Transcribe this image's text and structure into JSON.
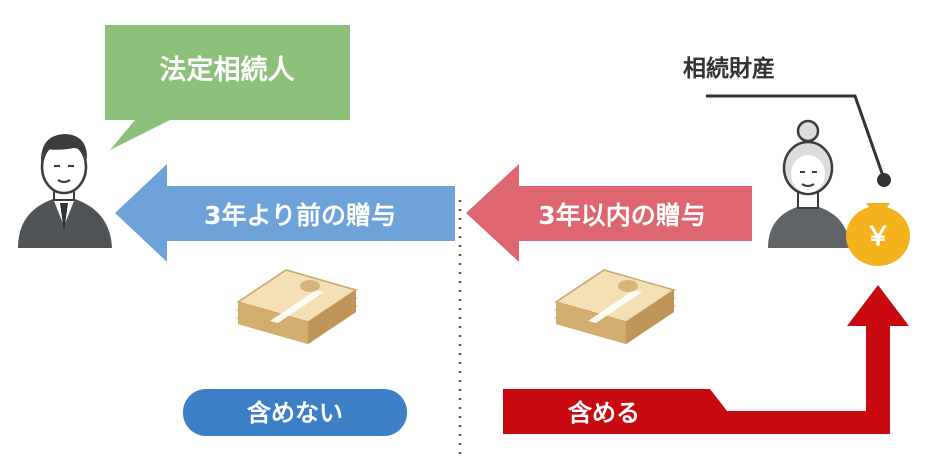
{
  "heir_label": "法定相続人",
  "estate_label": "相続財産",
  "arrow_before": "3年より前の贈与",
  "arrow_within": "3年以内の贈与",
  "not_included": "含めない",
  "included": "含める",
  "yen_symbol": "￥",
  "colors": {
    "green": "#8dc07a",
    "blue": "#6ea3d9",
    "red_light": "#de6670",
    "red_dark": "#c80a10",
    "pill_blue": "#3c7fc6",
    "money": "#e0c48a",
    "gold": "#f4b21c"
  }
}
